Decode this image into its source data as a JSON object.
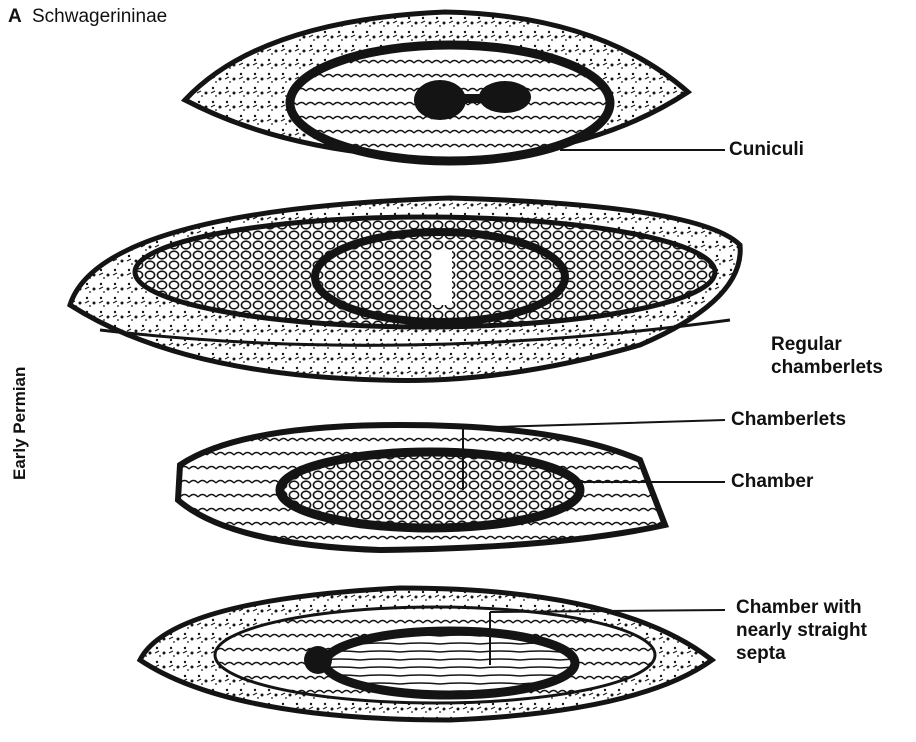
{
  "panel": {
    "letter": "A",
    "title": "Schwagerininae"
  },
  "side_label": "Early Permian",
  "labels": {
    "cuniculi": "Cuniculi",
    "regular_chamberlets": "Regular\nchamberlets",
    "chamberlets": "Chamberlets",
    "chamber": "Chamber",
    "chamber_straight_septa": "Chamber with\nnearly straight\nsepta"
  },
  "colors": {
    "ink": "#141414",
    "background": "#ffffff"
  }
}
